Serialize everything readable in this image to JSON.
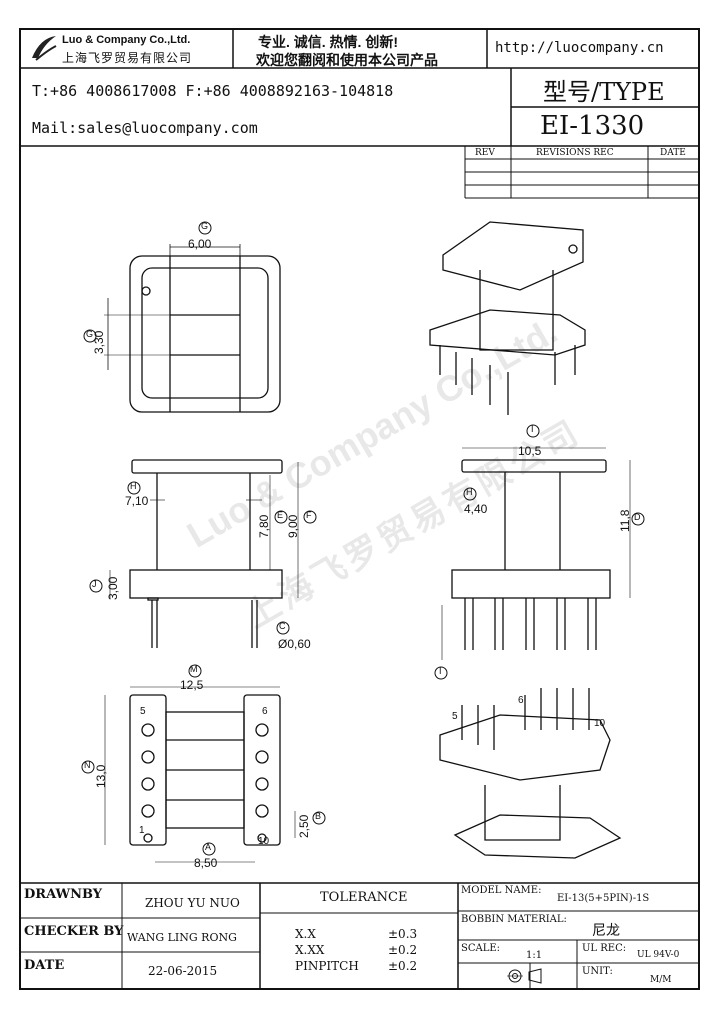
{
  "header": {
    "company_en": "Luo & Company Co.,Ltd.",
    "company_cn": "上海飞罗贸易有限公司",
    "slogan_line1": "专业. 诚信.  热情.  创新!",
    "slogan_line2": "欢迎您翻阅和使用本公司产品",
    "website": "http://luocompany.cn",
    "phone_fax": "T:+86 4008617008 F:+86 4008892163-104818",
    "email": "Mail:sales@luocompany.com",
    "type_label": "型号/TYPE",
    "model": "EI-1330"
  },
  "revisions": {
    "col_rev": "REV",
    "col_revisions": "REVISIONS REC",
    "col_date": "DATE"
  },
  "watermark": {
    "line1": "Luo & Company Co.,Ltd.",
    "line2": "上海飞罗贸易有限公司"
  },
  "drawing": {
    "labels": {
      "G": "G",
      "H": "H",
      "F": "F",
      "E": "E",
      "J": "J",
      "C": "C",
      "I": "I",
      "D": "D",
      "M": "M",
      "N": "N",
      "A": "A",
      "B": "B"
    },
    "dims": {
      "top_width": "6,00",
      "top_height": "3,30",
      "side_inner": "7,10",
      "side_h1": "7,80",
      "side_h2": "9,00",
      "side_base": "3,00",
      "pin_dia": "Ø0,60",
      "front_width": "10,5",
      "front_inner": "4,40",
      "front_height": "11,8",
      "bottom_width": "12,5",
      "bottom_height": "13,0",
      "bottom_base": "8,50",
      "pin_pitch": "2,50"
    },
    "pins": {
      "p1": "1",
      "p5": "5",
      "p6": "6",
      "p10": "10",
      "iso_5": "5",
      "iso_6": "6",
      "iso_10": "10"
    }
  },
  "title_block": {
    "drawnby_label": "DRAWNBY",
    "drawnby_value": "ZHOU YU NUO",
    "checker_label": "CHECKER BY",
    "checker_value": "WANG LING RONG",
    "date_label": "DATE",
    "date_value": "22-06-2015",
    "tolerance_label": "TOLERANCE",
    "tol_xx_label": "X.X",
    "tol_xx_value": "±0.3",
    "tol_xxx_label": "X.XX",
    "tol_xxx_value": "±0.2",
    "tol_pin_label": "PINPITCH",
    "tol_pin_value": "±0.2",
    "model_name_label": "MODEL NAME:",
    "model_name_value": "EI-13(5+5PIN)-1S",
    "bobbin_label": "BOBBIN MATERIAL:",
    "bobbin_value": "尼龙",
    "scale_label": "SCALE:",
    "scale_value": "1:1",
    "ul_label": "UL REC:",
    "ul_value": "UL 94V-0",
    "unit_label": "UNIT:",
    "unit_value": "M/M"
  }
}
